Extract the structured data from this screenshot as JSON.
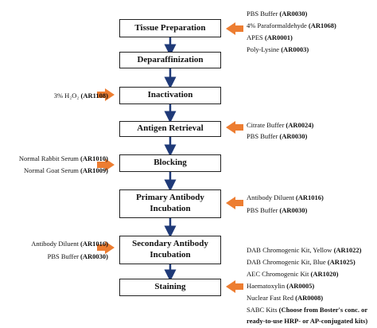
{
  "steps": [
    {
      "label": "Tissue Preparation"
    },
    {
      "label": "Deparaffinization"
    },
    {
      "label": "Inactivation"
    },
    {
      "label": "Antigen Retrieval"
    },
    {
      "label": "Blocking"
    },
    {
      "label": "Primary Antibody Incubation"
    },
    {
      "label": "Secondary Antibody Incubation"
    },
    {
      "label": "Staining"
    }
  ],
  "reagents": {
    "tissue_preparation": [
      {
        "name": "PBS Buffer",
        "code": "(AR0030)"
      },
      {
        "name": "4% Paraformaldehyde",
        "code": "(AR1068)"
      },
      {
        "name": "APES",
        "code": "(AR0001)"
      },
      {
        "name": "Poly-Lysine",
        "code": "(AR0003)"
      }
    ],
    "inactivation": [
      {
        "name": "3% H₂O₂",
        "code": "(AR1108)"
      }
    ],
    "antigen_retrieval": [
      {
        "name": "Citrate Buffer",
        "code": "(AR0024)"
      },
      {
        "name": "PBS Buffer",
        "code": "(AR0030)"
      }
    ],
    "blocking": [
      {
        "name": "Normal Rabbit Serum",
        "code": "(AR1010)"
      },
      {
        "name": "Normal Goat Serum",
        "code": "(AR1009)"
      }
    ],
    "primary_antibody": [
      {
        "name": "Antibody Diluent",
        "code": "(AR1016)"
      },
      {
        "name": "PBS Buffer",
        "code": "(AR0030)"
      }
    ],
    "secondary_antibody": [
      {
        "name": "Antibody Diluent",
        "code": "(AR1016)"
      },
      {
        "name": "PBS Buffer",
        "code": "(AR0030)"
      }
    ],
    "staining": [
      {
        "name": "DAB Chromogenic Kit, Yellow",
        "code": "(AR1022)"
      },
      {
        "name": "DAB Chromogenic Kit, Blue",
        "code": "(AR1025)"
      },
      {
        "name": "AEC Chromogenic Kit",
        "code": "(AR1020)"
      },
      {
        "name": "Haematoxylin",
        "code": "(AR0005)"
      },
      {
        "name": "Nuclear Fast Red",
        "code": "(AR0008)"
      },
      {
        "name": "SABC Kits",
        "code": "(Choose from Boster's conc. or"
      },
      {
        "name": "",
        "code": "ready-to-use HRP- or AP-conjugated kits)"
      }
    ]
  },
  "colors": {
    "flow_arrow": "#1f3a78",
    "side_arrow": "#ed7d31",
    "box_border": "#222222"
  }
}
